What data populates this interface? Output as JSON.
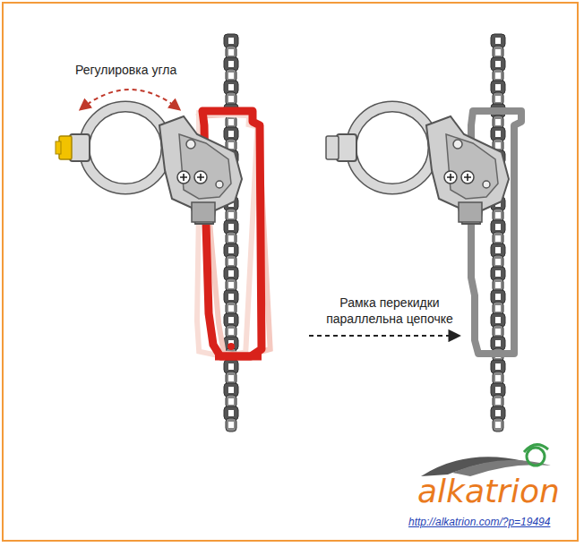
{
  "diagram": {
    "labels": [
      "Регулировка угла",
      "Рамка перекидки параллельна цепочке",
      "alkatrion",
      "http://alkatrion.com/?p=19494"
    ]
  }
}
